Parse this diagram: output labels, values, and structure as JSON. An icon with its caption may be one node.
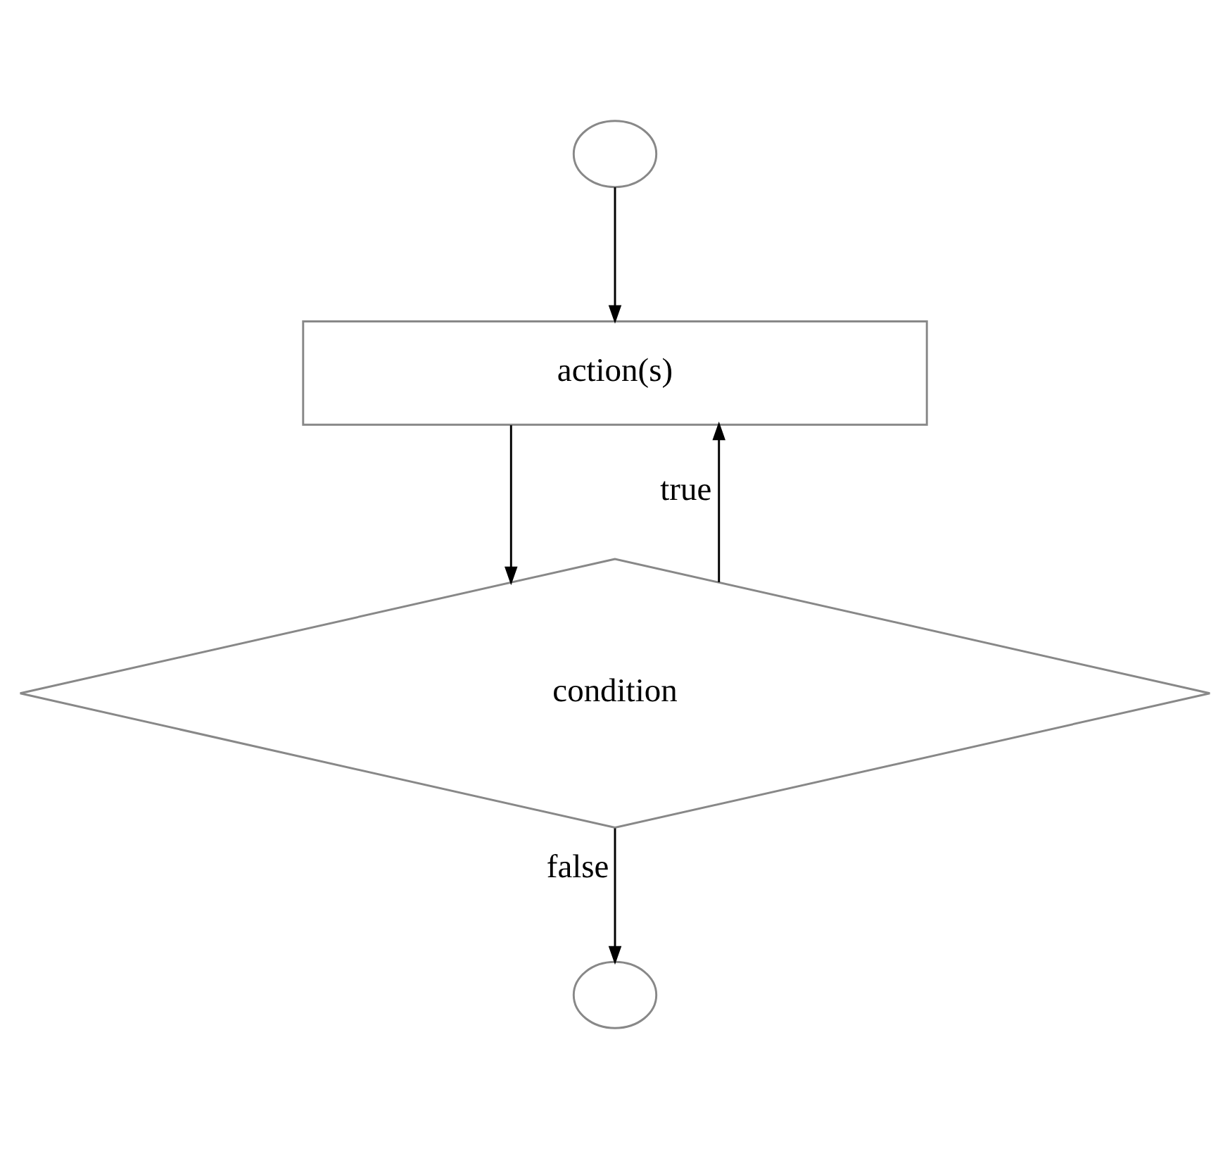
{
  "diagram": {
    "nodes": [
      {
        "text": [],
        "shape": "circle"
      },
      {
        "text": [
          "action(s)"
        ]
      },
      {
        "text": [
          "condition"
        ]
      },
      {
        "text": [],
        "shape": "circle"
      }
    ],
    "edges": [
      {
        "from": 0,
        "to": 1,
        "arrow": "to"
      },
      {
        "from": 1,
        "to": 2,
        "arrow": "to"
      },
      {
        "from": 2,
        "to": 1,
        "arrow": "to",
        "label": "true"
      },
      {
        "from": 2,
        "to": 3,
        "arrow": "to",
        "label": "false"
      }
    ]
  }
}
